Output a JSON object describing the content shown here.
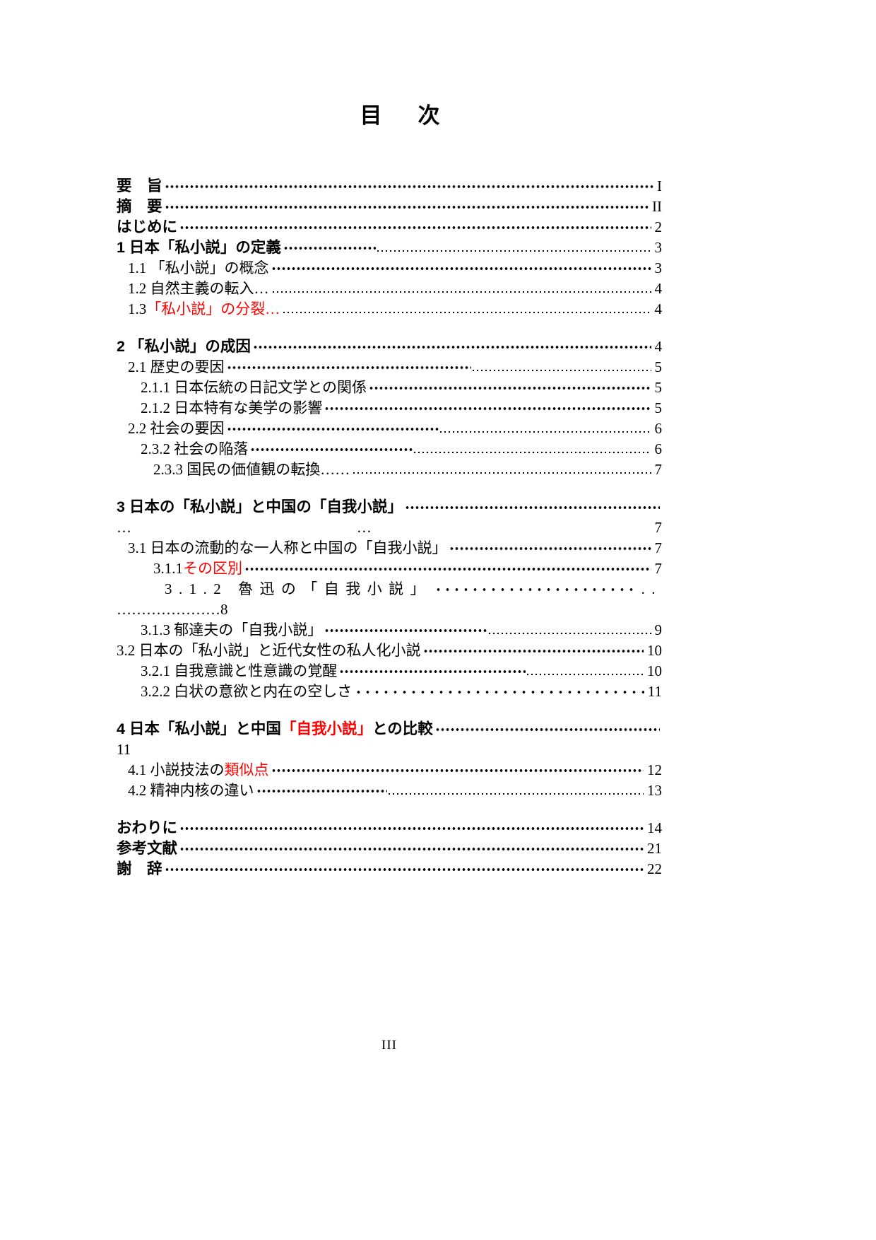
{
  "page": {
    "title": "目　次",
    "footer": "III",
    "text_color": "#000000",
    "accent_red": "#ff0000",
    "background": "#ffffff"
  },
  "toc": {
    "entries": [
      {
        "type": "entry",
        "bold": true,
        "indent": 0,
        "segments": [
          {
            "text": "要　旨"
          }
        ],
        "leader": "bold",
        "page": "I"
      },
      {
        "type": "entry",
        "bold": true,
        "indent": 0,
        "segments": [
          {
            "text": "摘　要"
          }
        ],
        "leader": "bold",
        "page": "II"
      },
      {
        "type": "entry",
        "bold": true,
        "indent": 0,
        "segments": [
          {
            "text": "はじめに"
          }
        ],
        "leader": "bold",
        "page": "2"
      },
      {
        "type": "entry",
        "bold": true,
        "indent": 0,
        "segments": [
          {
            "text": "1 日本「私小説」の定義"
          }
        ],
        "leader": "mixed",
        "bold_frac": 0.24,
        "page": "3"
      },
      {
        "type": "entry",
        "bold": false,
        "indent": 1,
        "segments": [
          {
            "text": "1.1 「私小説」の概念"
          }
        ],
        "leader": "bold",
        "page": "3"
      },
      {
        "type": "entry",
        "bold": false,
        "indent": 1,
        "segments": [
          {
            "text": "1.2 自然主義の転入…"
          }
        ],
        "leader": "thin",
        "page": "4"
      },
      {
        "type": "entry",
        "bold": false,
        "indent": 1,
        "segments": [
          {
            "text": "1.3 "
          },
          {
            "text": "「私小説」の分裂…",
            "red": true
          }
        ],
        "leader": "thin",
        "page": "4"
      },
      {
        "type": "gap"
      },
      {
        "type": "entry",
        "bold": true,
        "indent": 0,
        "segments": [
          {
            "text": "2 「私小説」の成因"
          }
        ],
        "leader": "bold",
        "page": "4"
      },
      {
        "type": "entry",
        "bold": false,
        "indent": 1,
        "segments": [
          {
            "text": "2.1 歴史の要因"
          }
        ],
        "leader": "mixed",
        "bold_frac": 0.58,
        "page": "5"
      },
      {
        "type": "entry",
        "bold": false,
        "indent": 2,
        "segments": [
          {
            "text": "2.1.1 日本伝統の日記文学との関係"
          }
        ],
        "leader": "bold",
        "page": "5"
      },
      {
        "type": "entry",
        "bold": false,
        "indent": 2,
        "segments": [
          {
            "text": "2.1.2 日本特有な美学の影響"
          }
        ],
        "leader": "bold",
        "page": "5"
      },
      {
        "type": "entry",
        "bold": false,
        "indent": 1,
        "segments": [
          {
            "text": "2.2 社会の要因"
          }
        ],
        "leader": "mixed",
        "bold_frac": 0.5,
        "page": "6"
      },
      {
        "type": "entry",
        "bold": false,
        "indent": 2,
        "segments": [
          {
            "text": "2.3.2 社会の陥落"
          }
        ],
        "leader": "mixed",
        "bold_frac": 0.4,
        "page": "6"
      },
      {
        "type": "entry",
        "bold": false,
        "indent": 3,
        "segments": [
          {
            "text": "2.3.3 国民の価値観の転換……"
          }
        ],
        "leader": "thin",
        "page": "7"
      },
      {
        "type": "gap"
      },
      {
        "type": "entry",
        "bold": true,
        "indent": 0,
        "segments": [
          {
            "text": "3 日本の「私小説」と中国の「自我小説」 "
          }
        ],
        "leader": "bold",
        "page": ""
      },
      {
        "type": "entry",
        "bold": false,
        "indent": 0,
        "segments": [
          {
            "text": "…"
          }
        ],
        "center_text": "…",
        "leader": "none",
        "page": "7"
      },
      {
        "type": "entry",
        "bold": false,
        "indent": 1,
        "segments": [
          {
            "text": "3.1 日本の流動的な一人称と中国の「自我小説」"
          }
        ],
        "leader": "bold",
        "page": "7"
      },
      {
        "type": "entry",
        "bold": false,
        "indent": 3,
        "segments": [
          {
            "text": "3.1.1 "
          },
          {
            "text": "その区別",
            "red": true
          }
        ],
        "leader": "bold",
        "page": "7"
      },
      {
        "type": "entry",
        "bold": false,
        "indent": 4,
        "spread": true,
        "segments": [
          {
            "text": "3.1.2 魯迅の「自我小説」"
          }
        ],
        "leader": "spaced",
        "page": ".."
      },
      {
        "type": "entry",
        "bold": false,
        "indent": 0,
        "segments": [
          {
            "text": "…………………8"
          }
        ],
        "leader": "none",
        "page": ""
      },
      {
        "type": "entry",
        "bold": false,
        "indent": 2,
        "segments": [
          {
            "text": "3.1.3 郁達夫の「自我小説」"
          }
        ],
        "leader": "mixed",
        "bold_frac": 0.5,
        "page": "9"
      },
      {
        "type": "entry",
        "bold": false,
        "indent": 0,
        "segments": [
          {
            "text": "3.2 日本の「私小説」と近代女性の私人化小説"
          }
        ],
        "leader": "bold",
        "page": "10"
      },
      {
        "type": "entry",
        "bold": false,
        "indent": 2,
        "segments": [
          {
            "text": "3.2.1 自我意識と性意識の覚醒"
          }
        ],
        "leader": "mixed",
        "bold_frac": 0.62,
        "page": "10"
      },
      {
        "type": "entry",
        "bold": false,
        "indent": 2,
        "segments": [
          {
            "text": "3.2.2 白状の意欲と内在の空しさ "
          }
        ],
        "leader": "spaced",
        "page": "11"
      },
      {
        "type": "gap"
      },
      {
        "type": "entry",
        "bold": true,
        "indent": 0,
        "segments": [
          {
            "text": "4 日本「私小説」と中国"
          },
          {
            "text": "「自我小説」",
            "red": true
          },
          {
            "text": "との比較"
          }
        ],
        "leader": "bold",
        "page": ""
      },
      {
        "type": "entry",
        "bold": false,
        "indent": 0,
        "segments": [
          {
            "text": "11"
          }
        ],
        "leader": "none",
        "page": ""
      },
      {
        "type": "entry",
        "bold": false,
        "indent": 1,
        "segments": [
          {
            "text": "4.1 小説技法の"
          },
          {
            "text": "類似点",
            "red": true
          }
        ],
        "leader": "bold",
        "page": "12"
      },
      {
        "type": "entry",
        "bold": false,
        "indent": 1,
        "segments": [
          {
            "text": "4.2 精神内核の違い"
          }
        ],
        "leader": "mixed",
        "bold_frac": 0.33,
        "page": "13"
      },
      {
        "type": "gap"
      },
      {
        "type": "entry",
        "bold": true,
        "indent": 0,
        "segments": [
          {
            "text": "おわりに"
          }
        ],
        "leader": "bold",
        "page": "14"
      },
      {
        "type": "entry",
        "bold": true,
        "indent": 0,
        "segments": [
          {
            "text": "参考文献"
          }
        ],
        "leader": "bold",
        "page": "21"
      },
      {
        "type": "entry",
        "bold": true,
        "indent": 0,
        "segments": [
          {
            "text": "謝　辞"
          }
        ],
        "leader": "bold",
        "page": "22"
      }
    ]
  }
}
